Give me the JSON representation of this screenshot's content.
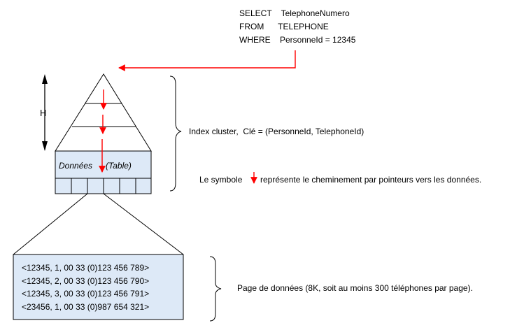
{
  "sql": {
    "line1": "SELECT    TelephoneNumero",
    "line2": "FROM      TELEPHONE",
    "line3": "WHERE    PersonneId = 12345"
  },
  "height_label": "H",
  "data_block": {
    "label_donnees": "Données",
    "label_table": "(Table)"
  },
  "annotations": {
    "index_cluster": "Index cluster,  Clé = (PersonneId, TelephoneId)",
    "symbol_prefix": "Le symbole",
    "symbol_suffix": "représente le cheminement par pointeurs vers les données.",
    "page_desc": "Page de données (8K, soit au moins 300 téléphones par page)."
  },
  "page_rows": [
    "<12345, 1, 00 33 (0)123 456 789>",
    "<12345, 2, 00 33 (0)123 456 790>",
    "<12345, 3, 00 33 (0)123 456 791>",
    "<23456, 1, 00 33 (0)987 654 321>"
  ],
  "colors": {
    "pointer": "#ff0000",
    "fill": "#dde9f7",
    "line": "#000000"
  }
}
